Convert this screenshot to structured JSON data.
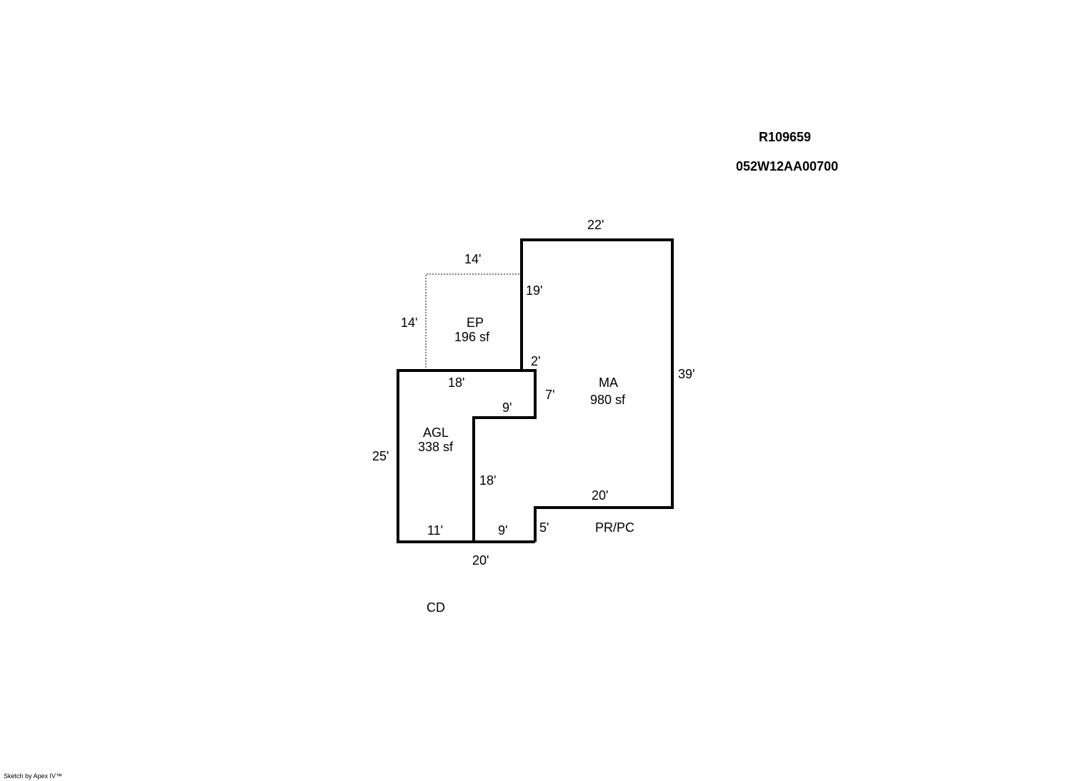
{
  "header": {
    "account": "R109659",
    "map_tax_lot": "052W12AA00700"
  },
  "areas": {
    "ma": {
      "code": "MA",
      "area": "980 sf"
    },
    "agl": {
      "code": "AGL",
      "area": "338 sf"
    },
    "ep": {
      "code": "EP",
      "area": "196 sf"
    },
    "prpc": {
      "code": "PR/PC"
    },
    "cd": {
      "code": "CD"
    }
  },
  "dimensions": {
    "ma_top": "22'",
    "ma_right": "39'",
    "ma_bottom": "20'",
    "ma_left_upper": "19'",
    "ma_left_small": "2'",
    "ep_top": "14'",
    "ep_left": "14'",
    "agl_top": "18'",
    "agl_right_upper": "7'",
    "agl_notch": "9'",
    "agl_inner": "18'",
    "agl_left": "25'",
    "agl_bottom": "11'",
    "bottom_mid": "9'",
    "step": "5'",
    "overall_bottom": "20'"
  },
  "footer": {
    "credit": "Sketch by Apex IV™"
  }
}
